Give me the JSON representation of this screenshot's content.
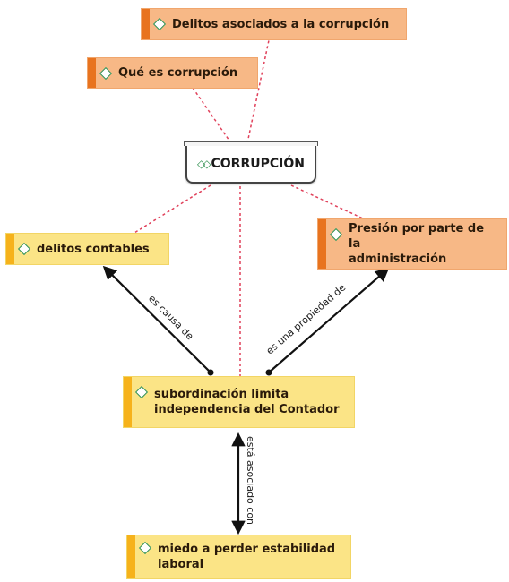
{
  "diagram": {
    "hub": {
      "label": "CORRUPCIÓN",
      "icon": "concept-hub-icon"
    },
    "nodes": [
      {
        "id": "delitos-corrupcion",
        "label": "Delitos  asociados a la corrupción",
        "color": "#f7b886"
      },
      {
        "id": "que-es",
        "label": "Qué es corrupción",
        "color": "#f7b886"
      },
      {
        "id": "presion",
        "label": "Presión por parte de la\nadministración",
        "color": "#f7b886"
      },
      {
        "id": "delitos-contables",
        "label": "delitos contables",
        "color": "#fbe486"
      },
      {
        "id": "subordinacion",
        "label": "subordinación limita\nindependencia del Contador",
        "color": "#fbe486"
      },
      {
        "id": "miedo",
        "label": "miedo a perder estabilidad\nlaboral",
        "color": "#fbe486"
      }
    ],
    "relations": [
      {
        "from": "subordinacion",
        "to": "delitos-contables",
        "label": "es causa de"
      },
      {
        "from": "subordinacion",
        "to": "presion",
        "label": "es una propiedad de"
      },
      {
        "from": "subordinacion",
        "to": "miedo",
        "label": "está asociado con"
      }
    ],
    "colors": {
      "orange_fill": "#f7b886",
      "orange_bar": "#e8731e",
      "yellow_fill": "#fbe486",
      "yellow_bar": "#f6b21b",
      "dotted_link": "#e0405a",
      "arrow": "#111111",
      "diamond": "#2f8f4e"
    }
  }
}
